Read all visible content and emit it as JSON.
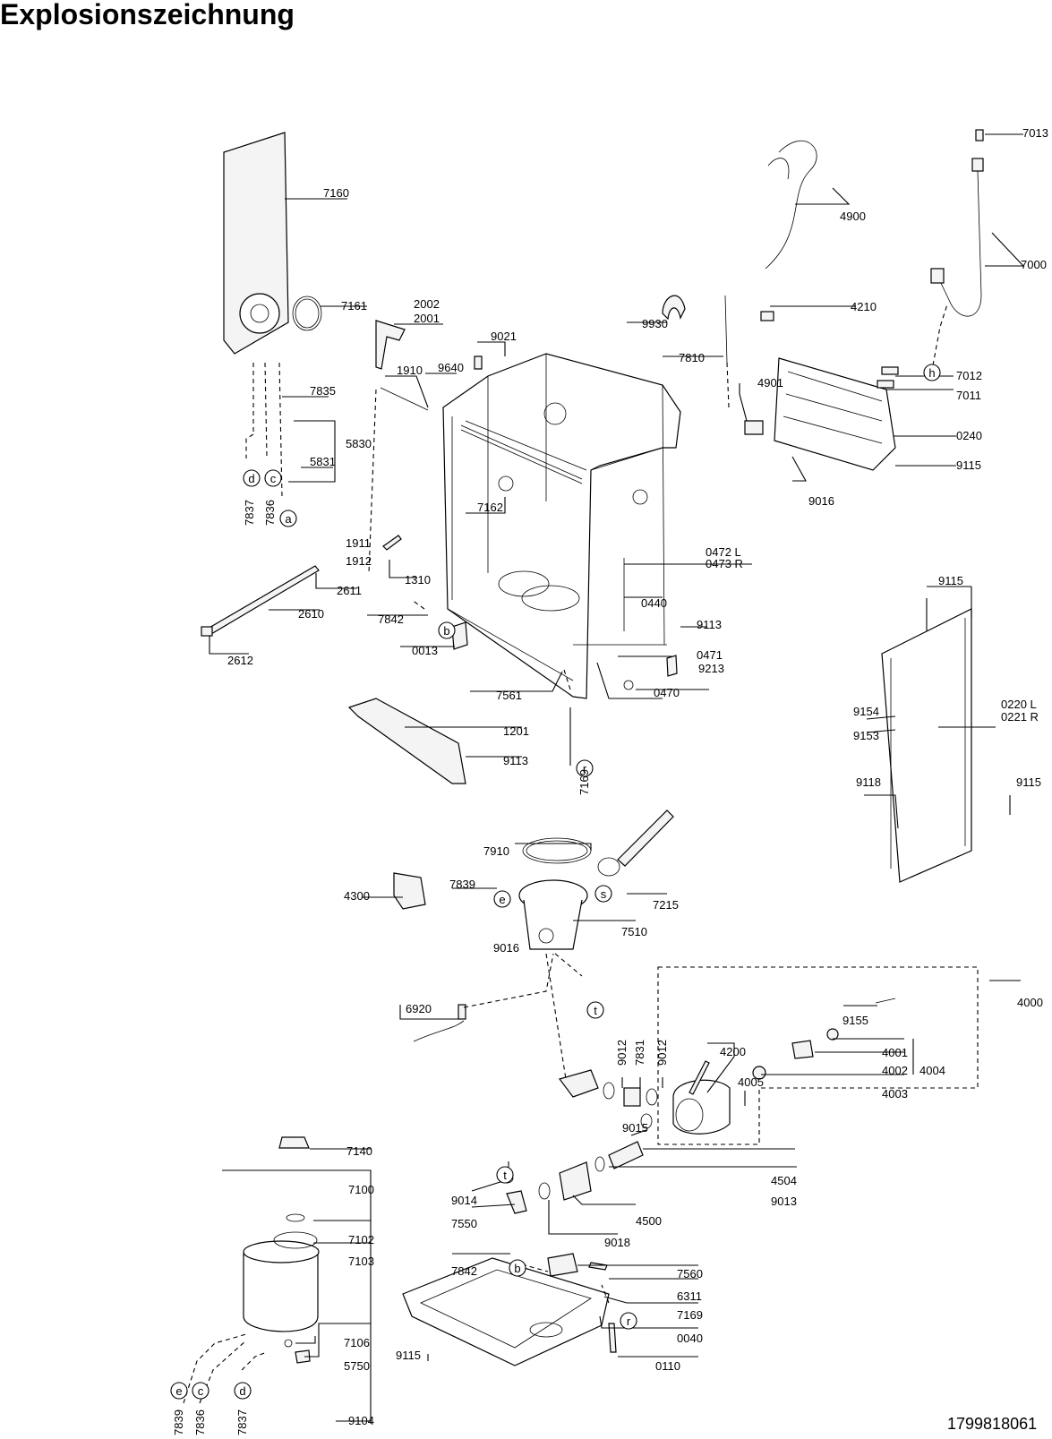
{
  "title": "Explosionszeichnung",
  "document_number": "1799818061",
  "part_labels": {
    "p7160": "7160",
    "p7161": "7161",
    "p2002": "2002",
    "p2001": "2001",
    "p9021": "9021",
    "p1910": "1910",
    "p9640": "9640",
    "p7835": "7835",
    "p5830": "5830",
    "p5831": "5831",
    "p7837a": "7837",
    "p7836a": "7836",
    "p7162": "7162",
    "p1911": "1911",
    "p1912": "1912",
    "p1310": "1310",
    "p2611": "2611",
    "p2610": "2610",
    "p2612": "2612",
    "p7842a": "7842",
    "p0013": "0013",
    "p7561": "7561",
    "p1201": "1201",
    "p9113a": "9113",
    "p7169a": "7169",
    "p4900": "4900",
    "p7013": "7013",
    "p7000": "7000",
    "p9930": "9930",
    "p4210": "4210",
    "p7810": "7810",
    "p4901": "4901",
    "p7012": "7012",
    "p7011": "7011",
    "p0240": "0240",
    "p9115a": "9115",
    "p9016a": "9016",
    "p0472": "0472 L",
    "p0473": "0473 R",
    "p0440": "0440",
    "p9113b": "9113",
    "p0471": "0471",
    "p9213": "9213",
    "p0470": "0470",
    "p9115b": "9115",
    "p9154": "9154",
    "p9153": "9153",
    "p0220": "0220 L",
    "p0221": "0221 R",
    "p9118": "9118",
    "p9115c": "9115",
    "p7910": "7910",
    "p4300": "4300",
    "p7839a": "7839",
    "p9016b": "9016",
    "p7215": "7215",
    "p7510": "7510",
    "p6920": "6920",
    "p4000": "4000",
    "p9155": "9155",
    "p4001": "4001",
    "p4002": "4002",
    "p4004": "4004",
    "p4003": "4003",
    "p4200": "4200",
    "p4005": "4005",
    "p9012a": "9012",
    "p7831": "7831",
    "p9012b": "9012",
    "p9015": "9015",
    "p4504": "4504",
    "p9013": "9013",
    "p4500": "4500",
    "p9014": "9014",
    "p7550": "7550",
    "p9018": "9018",
    "p7140": "7140",
    "p7100": "7100",
    "p7102": "7102",
    "p7103": "7103",
    "p7106": "7106",
    "p5750": "5750",
    "p9104": "9104",
    "p7839b": "7839",
    "p7836b": "7836",
    "p7837b": "7837",
    "p7842b": "7842",
    "p7560": "7560",
    "p6311": "6311",
    "p7169b": "7169",
    "p0040": "0040",
    "p9115d": "9115",
    "p0110": "0110"
  },
  "callout_markers": {
    "a": "a",
    "b1": "b",
    "c1": "c",
    "d1": "d",
    "e1": "e",
    "h": "h",
    "r1": "r",
    "s": "s",
    "t1": "t",
    "t2": "t",
    "b2": "b",
    "r2": "r",
    "e2": "e",
    "c2": "c",
    "d2": "d"
  }
}
